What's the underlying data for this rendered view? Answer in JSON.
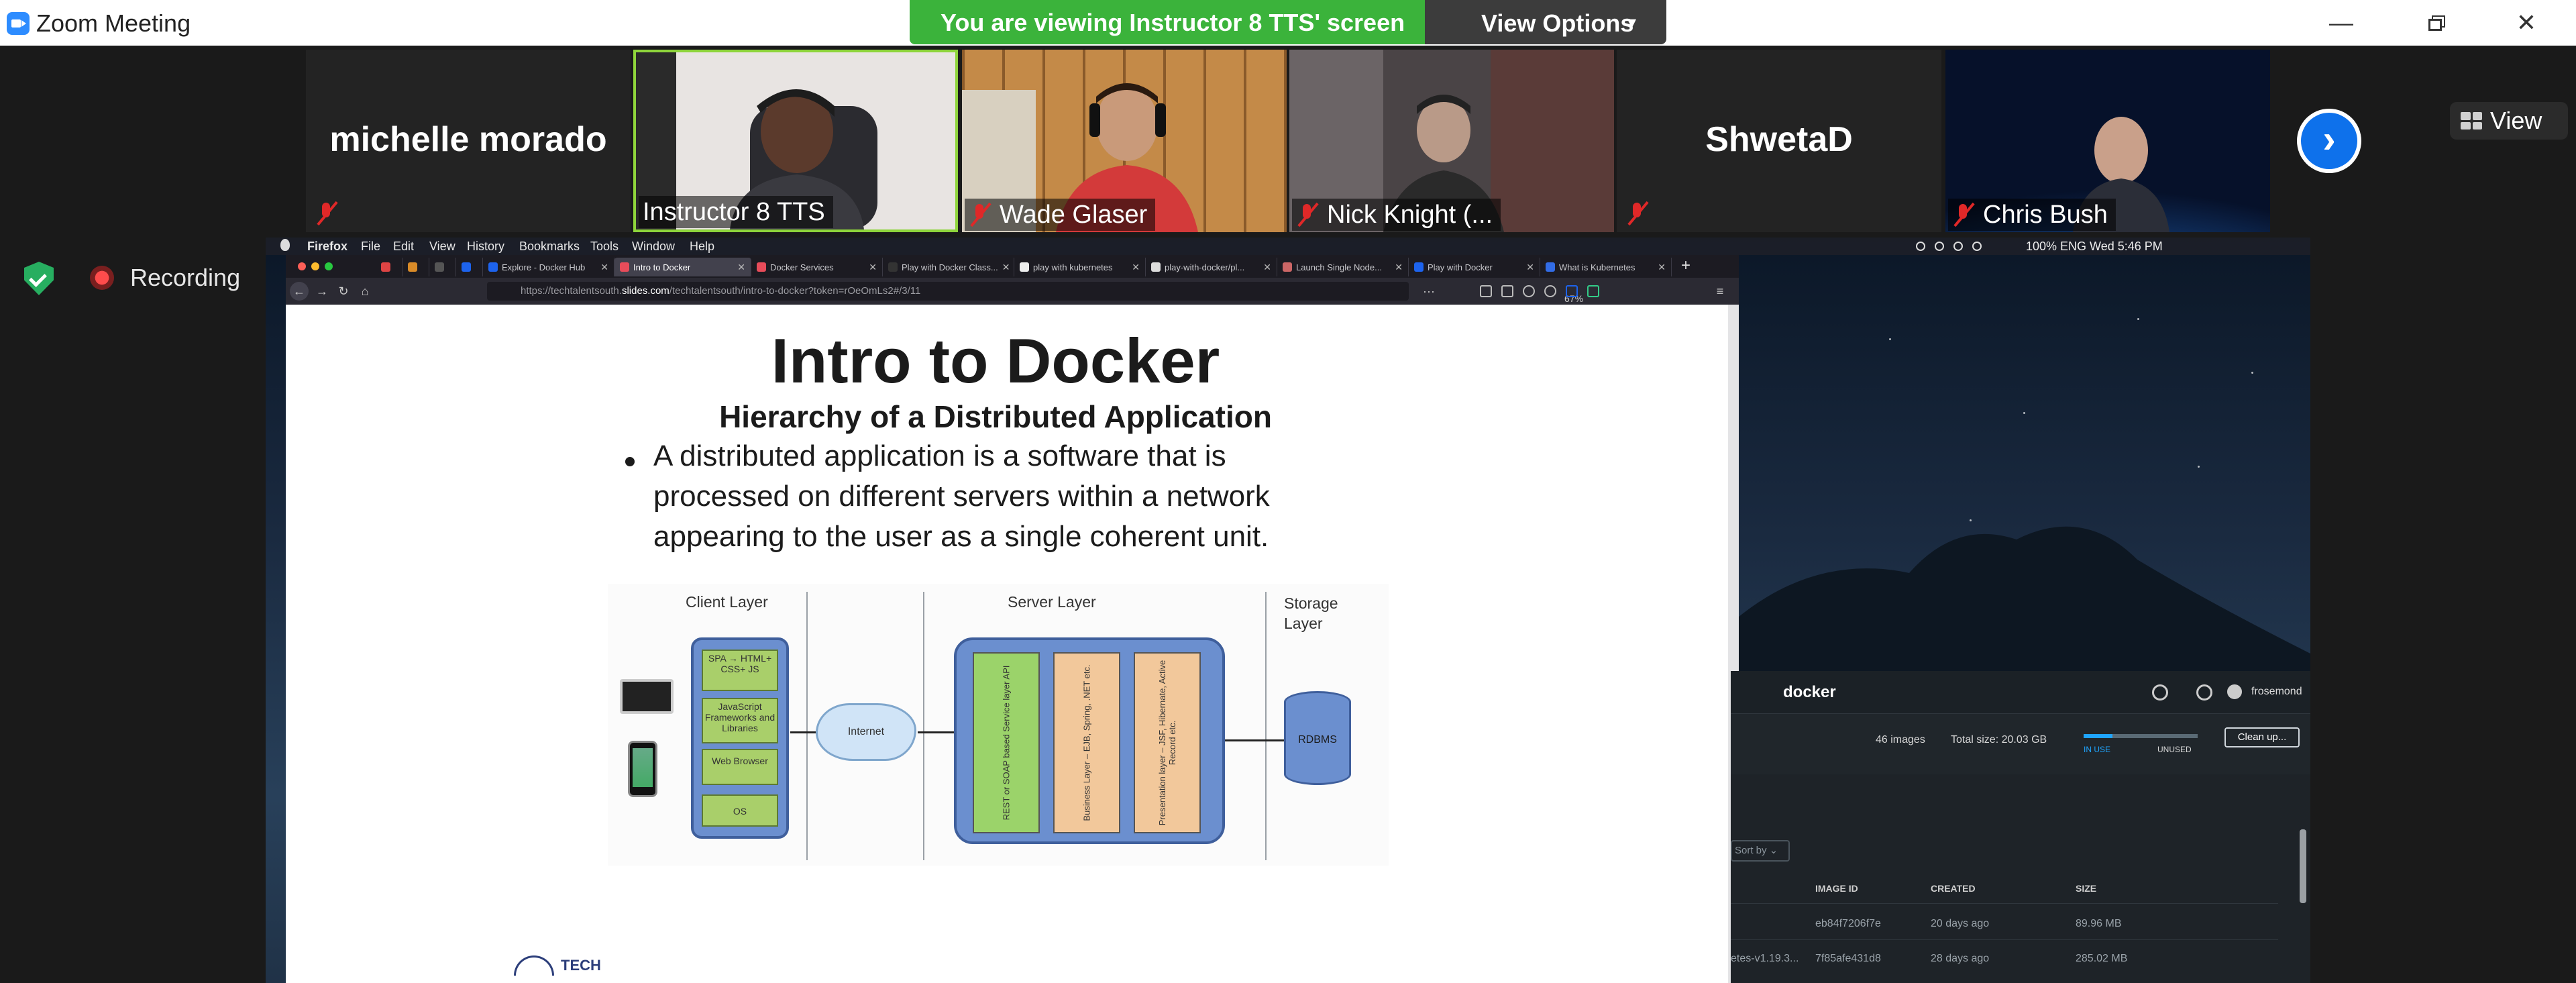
{
  "titlebar": {
    "app_title": "Zoom Meeting",
    "minimize": "—",
    "maximize": "",
    "close": "✕"
  },
  "share": {
    "banner": "You are viewing Instructor 8 TTS' screen",
    "view_options": "View Options",
    "chevron": "⌄"
  },
  "gallery": {
    "tiles": [
      {
        "name": "michelle morado",
        "muted": true,
        "video": false
      },
      {
        "name": "Instructor 8 TTS",
        "muted": false,
        "video": true,
        "speaking": true
      },
      {
        "name": "Wade Glaser",
        "muted": true,
        "video": true
      },
      {
        "name": "Nick Knight (...",
        "muted": true,
        "video": true
      },
      {
        "name": "ShwetaD",
        "muted": true,
        "video": false
      },
      {
        "name": "Chris Bush",
        "muted": true,
        "video": true
      }
    ],
    "next_arrow": "›",
    "view_label": "View"
  },
  "meeting_status": {
    "recording_label": "Recording"
  },
  "mac_menubar": {
    "items": [
      "Firefox",
      "File",
      "Edit",
      "View",
      "History",
      "Bookmarks",
      "Tools",
      "Window",
      "Help"
    ],
    "status": "100%  ENG  Wed 5:46 PM"
  },
  "browser": {
    "tabs": [
      {
        "label": "Explore - Docker Hub",
        "active": false
      },
      {
        "label": "Intro to Docker",
        "active": true
      },
      {
        "label": "Docker Services",
        "active": false
      },
      {
        "label": "Play with Docker Class...",
        "active": false
      },
      {
        "label": "play with kubernetes",
        "active": false
      },
      {
        "label": "play-with-docker/pl...",
        "active": false
      },
      {
        "label": "Launch Single Node...",
        "active": false
      },
      {
        "label": "Play with Docker",
        "active": false
      },
      {
        "label": "What is Kubernetes",
        "active": false
      }
    ],
    "new_tab": "+",
    "url_prefix": "https://techtalentsouth.",
    "url_host": "slides.com",
    "url_rest": "/techtalentsouth/intro-to-docker?token=rOeOmLs2#/3/11",
    "zoom": "67%",
    "nav": {
      "back": "←",
      "forward": "→",
      "reload": "↻",
      "home": "⌂",
      "more": "···",
      "menu": "≡"
    }
  },
  "slide": {
    "title": "Intro to Docker",
    "subtitle": "Hierarchy of a Distributed Application",
    "bullet": "A distributed application is a software that is processed on different servers within a network appearing to the user as a single coherent unit.",
    "footer_logo": "TECH"
  },
  "diagram": {
    "client_layer": "Client Layer",
    "server_layer": "Server Layer",
    "storage_layer": "Storage Layer",
    "client_boxes": [
      "SPA → HTML+ CSS+ JS",
      "JavaScript Frameworks and Libraries",
      "Web Browser",
      "OS"
    ],
    "internet": "Internet",
    "server_columns": [
      "REST or SOAP based Service layer API",
      "Business Layer – EJB, Spring, .NET etc.",
      "Presentation layer – JSF, Hibernate, Active Record etc."
    ],
    "database": "RDBMS"
  },
  "docker": {
    "brand": "docker",
    "user": "frosemond",
    "images_count": "46 images",
    "total_size": "Total size: 20.03 GB",
    "in_use_label": "IN USE",
    "unused_label": "UNUSED",
    "in_use_fraction": 0.25,
    "cleanup": "Clean up...",
    "sort_by": "Sort by ⌄",
    "columns": [
      "IMAGE ID",
      "CREATED",
      "SIZE"
    ],
    "rows": [
      {
        "name": "",
        "id": "eb84f7206f7e",
        "created": "20 days ago",
        "size": "89.96 MB"
      },
      {
        "name": "etes-v1.19.3...",
        "id": "7f85afe431d8",
        "created": "28 days ago",
        "size": "285.02 MB"
      }
    ]
  },
  "colors": {
    "zoom_green": "#3bb33b",
    "zoom_blue": "#0e71eb",
    "speaker_border": "#8ed43b",
    "muted_red": "#e02828"
  }
}
